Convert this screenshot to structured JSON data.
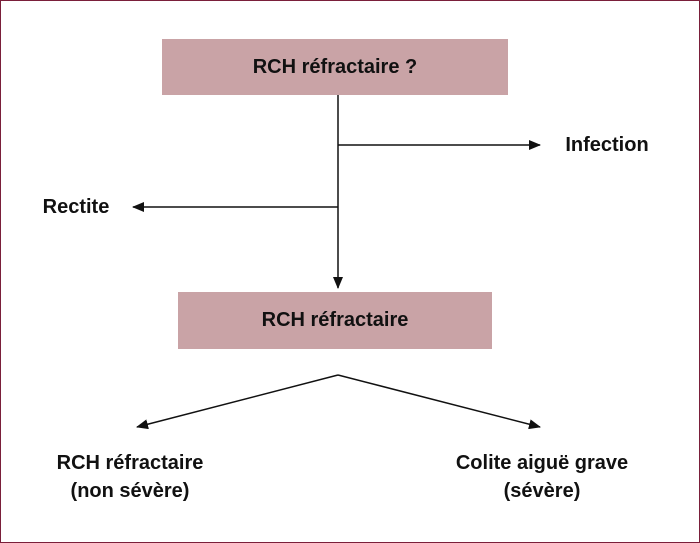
{
  "diagram": {
    "top_box": "RCH réfractaire ?",
    "branch_right": "Infection",
    "branch_left": "Rectite",
    "middle_box": "RCH réfractaire",
    "outcome_left": {
      "line1": "RCH réfractaire",
      "line2": "(non sévère)"
    },
    "outcome_right": {
      "line1": "Colite aiguë grave",
      "line2": "(sévère)"
    }
  },
  "colors": {
    "box_fill": "#c9a3a6",
    "border": "#7a1f3a",
    "text": "#111111",
    "lines": "#111111"
  }
}
